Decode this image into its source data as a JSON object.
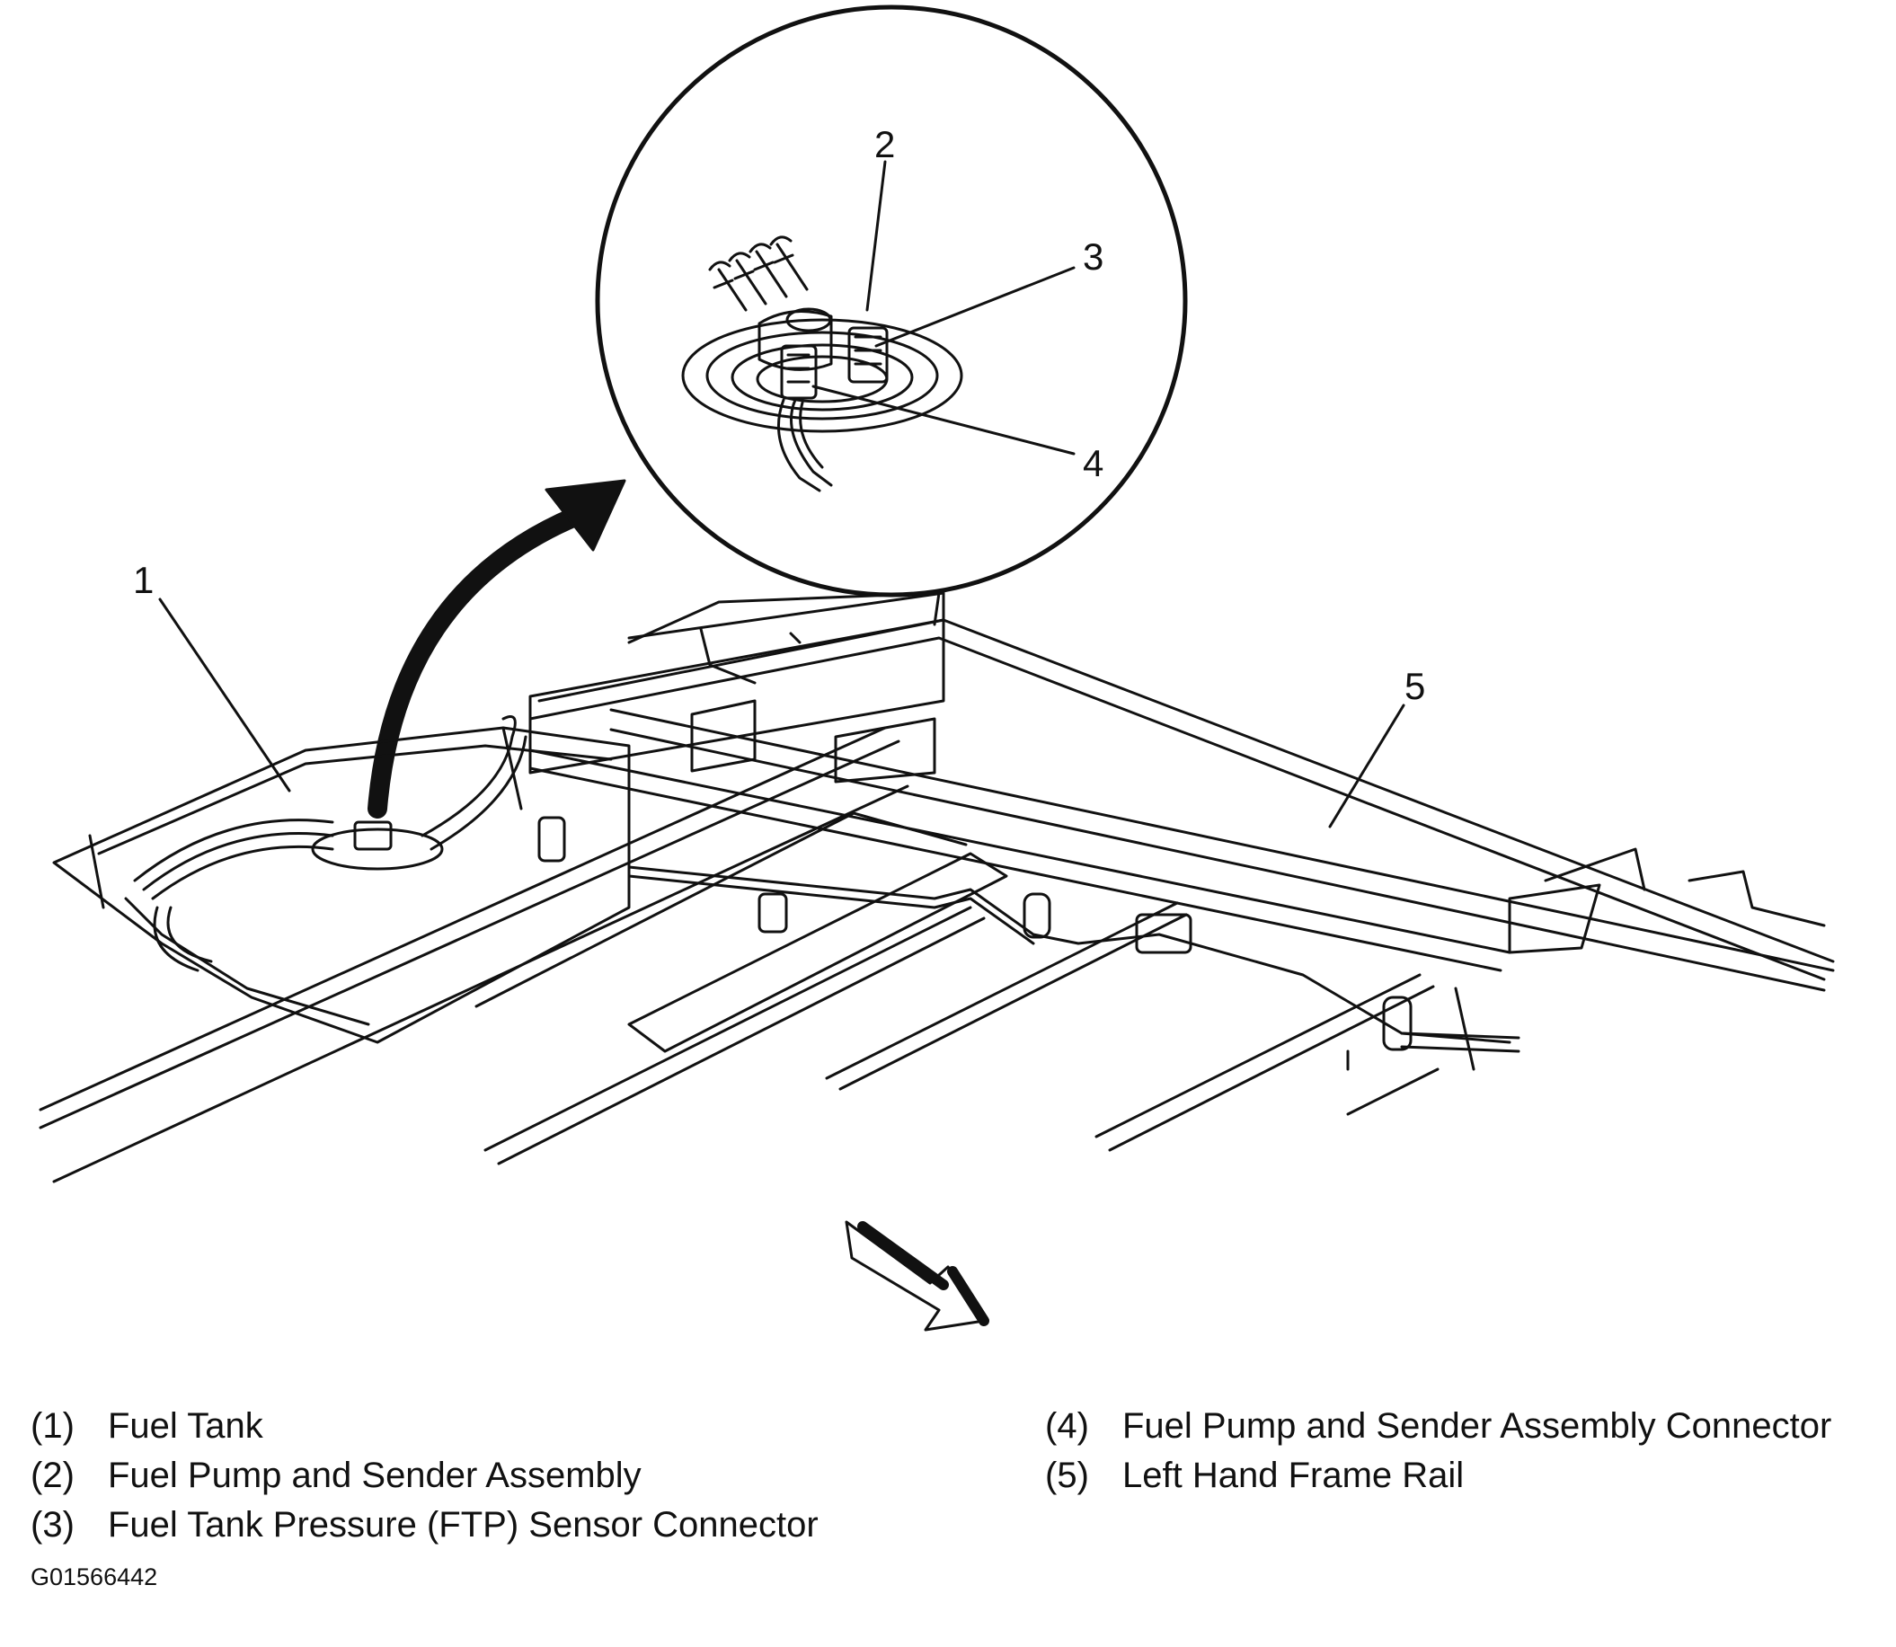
{
  "callouts": [
    "1",
    "2",
    "3",
    "4",
    "5"
  ],
  "legend": {
    "left": [
      {
        "num": "(1)",
        "label": "Fuel Tank"
      },
      {
        "num": "(2)",
        "label": "Fuel Pump and Sender Assembly"
      },
      {
        "num": "(3)",
        "label": "Fuel Tank Pressure (FTP) Sensor Connector"
      }
    ],
    "right": [
      {
        "num": "(4)",
        "label": "Fuel Pump and Sender Assembly Connector"
      },
      {
        "num": "(5)",
        "label": "Left Hand Frame Rail"
      }
    ]
  },
  "figure_id": "G01566442",
  "colors": {
    "ink": "#111111",
    "background": "#ffffff"
  }
}
